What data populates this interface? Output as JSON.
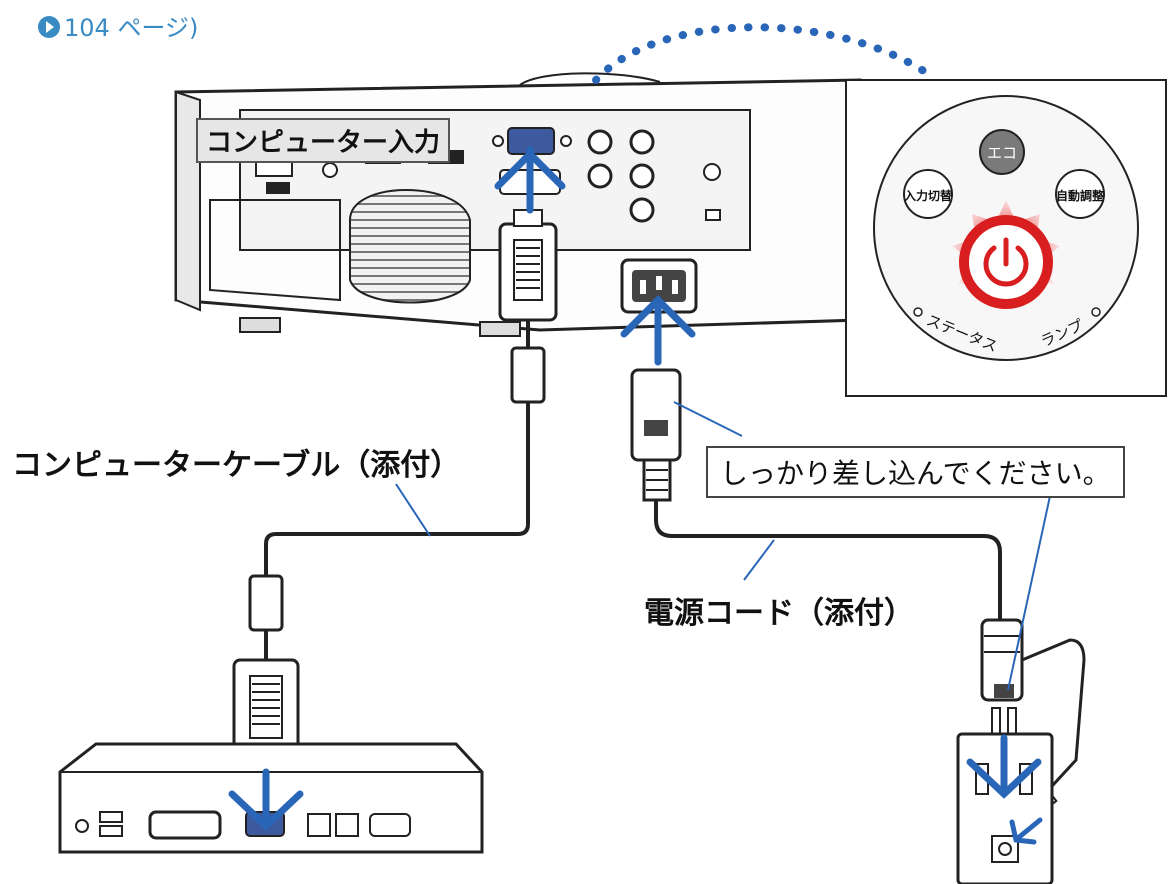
{
  "page_ref": {
    "text": "104 ページ)"
  },
  "labels": {
    "computer_input": "コンピューター入力",
    "computer_cable": "コンピューターケーブル（添付）",
    "power_cord": "電源コード（添付）",
    "plug_in_note": "しっかり差し込んでください。"
  },
  "panel": {
    "input_switch": "入力切替",
    "eco": "エコ",
    "auto_adjust": "自動調整",
    "status": "ステータス",
    "lamp": "ランプ"
  },
  "colors": {
    "arrow_blue": "#2a66b8",
    "cable_blue": "#3a7ec8",
    "power_red": "#d81e1e",
    "glow_red": "#f2a0a0",
    "ref_blue": "#3a8bc4"
  },
  "icons": [
    "page-reference-icon",
    "power-icon"
  ]
}
